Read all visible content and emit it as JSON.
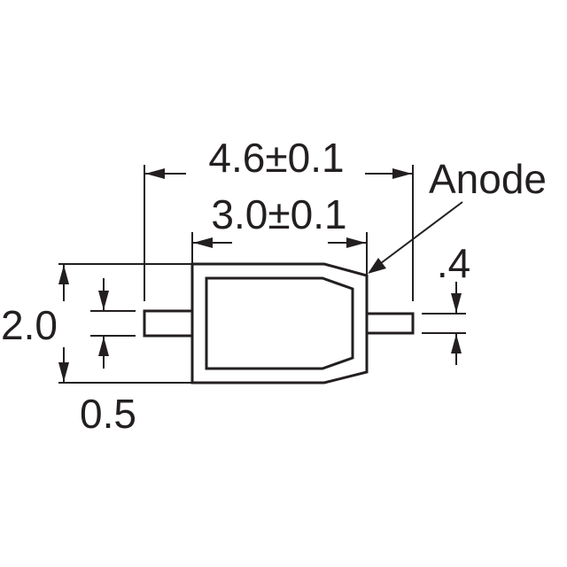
{
  "dimensions": {
    "overall_length": "4.6±0.1",
    "body_length": "3.0±0.1",
    "body_height": "2.0",
    "lead_width_left": "0.5",
    "lead_width_right": ".4"
  },
  "callout": {
    "anode": "Anode"
  }
}
